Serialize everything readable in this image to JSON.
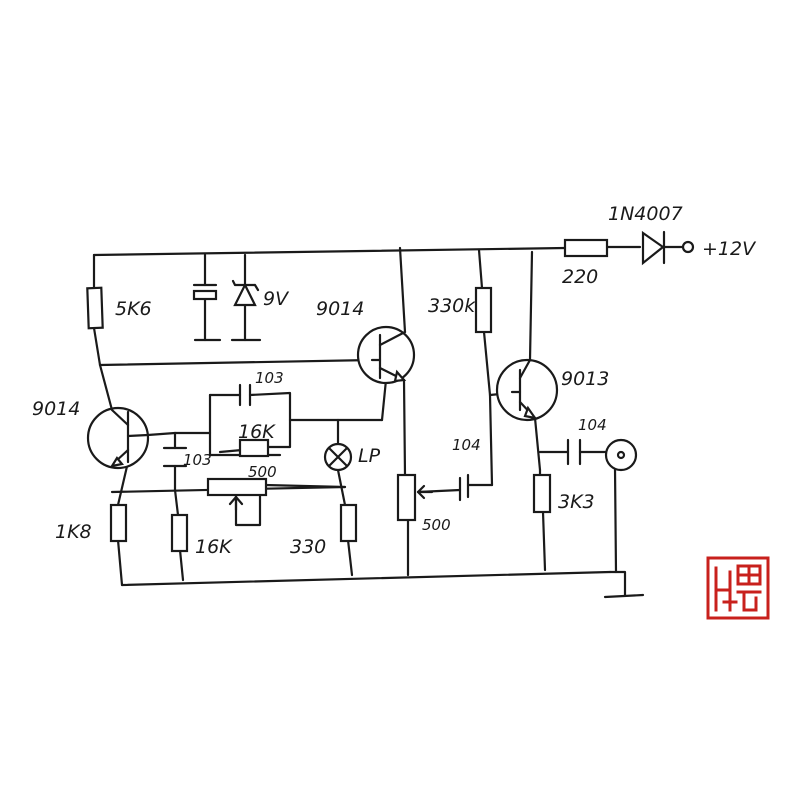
{
  "labels": {
    "r_5k6": "5K6",
    "zener_9v": "9V",
    "q1": "9014",
    "q2": "9014",
    "r_330k": "330k",
    "q3": "9013",
    "r_220": "220",
    "diode": "1N4007",
    "supply": "+12V",
    "cap_103_top": "103",
    "r_16k_feedback": "16K",
    "pot_500_left": "500",
    "lamp": "LP",
    "cap_104_mid": "104",
    "cap_104_out": "104",
    "cap_103_left": "103",
    "r_1k8": "1K8",
    "r_16k_bottom": "16K",
    "r_330": "330",
    "pot_500_mid": "500",
    "r_3k3": "3K3"
  },
  "seal": {
    "color": "#c8201c"
  },
  "ink_color": "#1a1a1a"
}
